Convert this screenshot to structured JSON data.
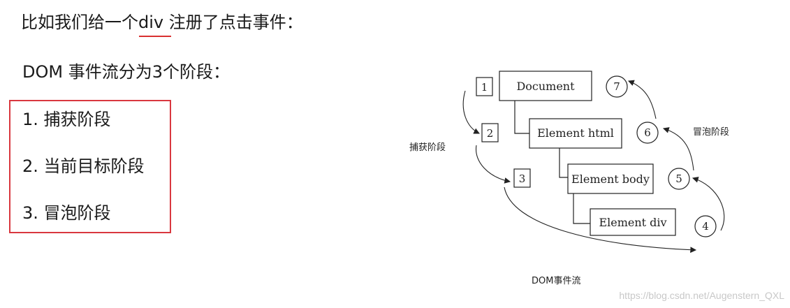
{
  "intro": {
    "text": "比如我们给一个div 注册了点击事件："
  },
  "subtitle": {
    "text": "DOM 事件流分为3个阶段："
  },
  "phases": [
    "1. 捕获阶段",
    "2. 当前目标阶段",
    "3. 冒泡阶段"
  ],
  "diagram": {
    "nodes": [
      "Document",
      "Element html",
      "Element body",
      "Element div"
    ],
    "capture_steps": [
      "1",
      "2",
      "3"
    ],
    "bubble_steps": [
      "4",
      "5",
      "6",
      "7"
    ],
    "capture_label": "捕获阶段",
    "bubble_label": "冒泡阶段",
    "caption": "DOM事件流"
  },
  "watermark": "https://blog.csdn.net/Augenstern_QXL",
  "colors": {
    "accent_red": "#d9383f",
    "text": "#1a1a1a",
    "watermark": "#c8c8c8"
  }
}
